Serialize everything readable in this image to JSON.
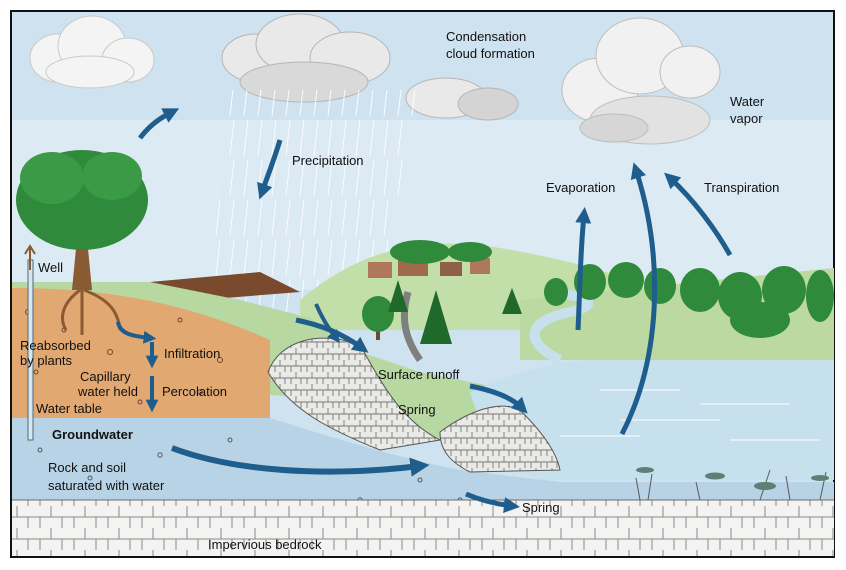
{
  "labels": {
    "condensation_line1": "Condensation",
    "condensation_line2": "cloud formation",
    "water_vapor_line1": "Water",
    "water_vapor_line2": "vapor",
    "precipitation": "Precipitation",
    "evaporation": "Evaporation",
    "transpiration": "Transpiration",
    "well": "Well",
    "reabsorbed_line1": "Reabsorbed",
    "reabsorbed_line2": "by plants",
    "infiltration": "Infiltration",
    "capillary_line1": "Capillary",
    "capillary_line2": "water held",
    "percolation": "Percolation",
    "water_table": "Water table",
    "surface_runoff": "Surface runoff",
    "spring_upper": "Spring",
    "groundwater": "Groundwater",
    "rock_soil_line1": "Rock and soil",
    "rock_soil_line2": "saturated with water",
    "spring_lower": "Spring",
    "impervious_bedrock": "Impervious bedrock"
  },
  "colors": {
    "sky": "#cfe2ef",
    "cloud": "#e8e8e8",
    "arrow": "#1f5d8c",
    "grass": "#b8d9a3",
    "soil": "#e0a670",
    "groundwater": "#b9d3e6",
    "lake": "#c6e0ee",
    "bedrock": "#ececec",
    "tree": "#2f8a3b"
  }
}
